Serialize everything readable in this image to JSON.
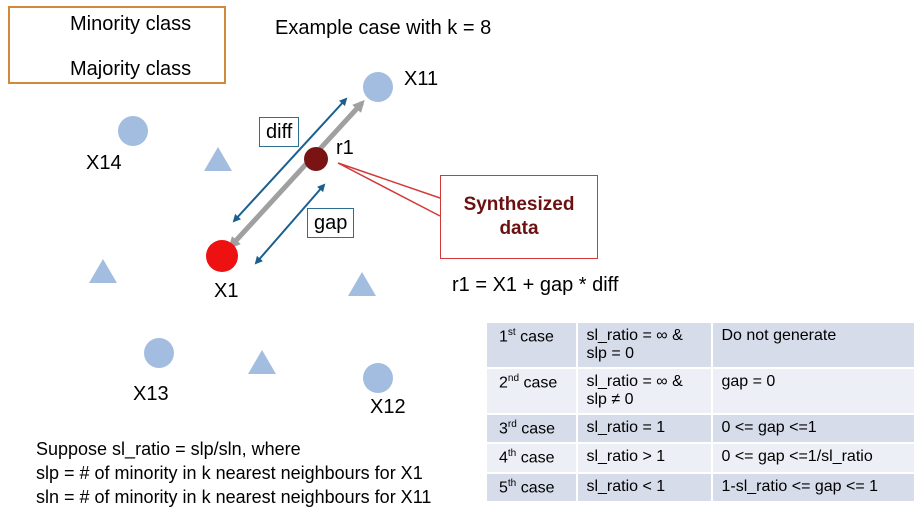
{
  "legend": {
    "minority_label": "Minority class",
    "majority_label": "Majority class"
  },
  "title": "Example case with k = 8",
  "points": {
    "x11": "X11",
    "x14": "X14",
    "x1": "X1",
    "x13": "X13",
    "x12": "X12",
    "r1": "r1"
  },
  "labels": {
    "diff": "diff",
    "gap": "gap",
    "synthesized_line1": "Synthesized",
    "synthesized_line2": "data",
    "formula": "r1 = X1 + gap * diff"
  },
  "table": {
    "rows": [
      {
        "ord": "1",
        "sup": "st",
        "word": " case",
        "condition_line1": "sl_ratio = ∞ &",
        "condition_line2": "slp = 0",
        "action": "Do not generate"
      },
      {
        "ord": "2",
        "sup": "nd",
        "word": " case",
        "condition_line1": "sl_ratio = ∞ &",
        "condition_line2": "slp ≠ 0",
        "action": "gap = 0"
      },
      {
        "ord": "3",
        "sup": "rd",
        "word": " case",
        "condition_line1": "sl_ratio = 1",
        "condition_line2": "",
        "action": "0 <= gap <=1"
      },
      {
        "ord": "4",
        "sup": "th",
        "word": " case",
        "condition_line1": "sl_ratio > 1",
        "condition_line2": "",
        "action": "0 <= gap <=1/sl_ratio"
      },
      {
        "ord": "5",
        "sup": "th",
        "word": " case",
        "condition_line1": "sl_ratio < 1",
        "condition_line2": "",
        "action": "1-sl_ratio <= gap <= 1"
      }
    ]
  },
  "notes": {
    "line1": "Suppose sl_ratio = slp/sln, where",
    "line2": "slp = # of minority in k nearest neighbours for X1",
    "line3": "sln = # of minority in k nearest neighbours for X11"
  },
  "colors": {
    "minority": "#a3bde0",
    "majority": "#a3bde0",
    "x1": "#ee1111",
    "r1": "#7a1414",
    "arrow_blue": "#1b5f8f",
    "arrow_gray": "#a0a0a0",
    "callout": "#d23a3a",
    "legend_border": "#d08a3c"
  }
}
